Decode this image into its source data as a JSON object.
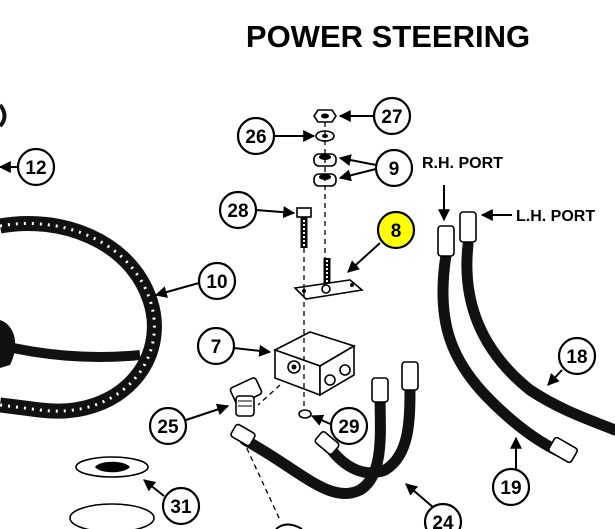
{
  "title": "POWER STEERING",
  "ports": {
    "rh": "R.H. PORT",
    "lh": "L.H. PORT"
  },
  "callouts": [
    {
      "id": "27",
      "label": "27"
    },
    {
      "id": "26",
      "label": "26"
    },
    {
      "id": "12",
      "label": "12"
    },
    {
      "id": "9",
      "label": "9"
    },
    {
      "id": "28",
      "label": "28"
    },
    {
      "id": "8",
      "label": "8",
      "highlighted": true
    },
    {
      "id": "10",
      "label": "10"
    },
    {
      "id": "7",
      "label": "7"
    },
    {
      "id": "18",
      "label": "18"
    },
    {
      "id": "25",
      "label": "25"
    },
    {
      "id": "29",
      "label": "29"
    },
    {
      "id": "19",
      "label": "19"
    },
    {
      "id": "31",
      "label": "31"
    },
    {
      "id": "24",
      "label": "24"
    }
  ],
  "colors": {
    "highlight": "#ffff00",
    "ink": "#000000",
    "background": "#ffffff"
  }
}
